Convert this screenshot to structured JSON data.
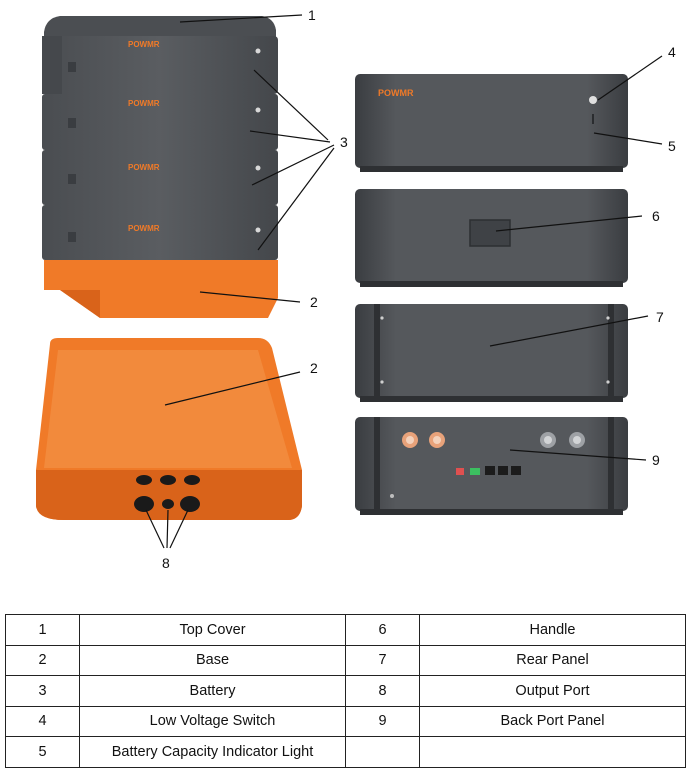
{
  "brand": {
    "logo": "POWMR"
  },
  "colors": {
    "battery_body": "#55585c",
    "battery_dark": "#3e4145",
    "base_orange": "#f07a28",
    "base_orange_dark": "#d9631a",
    "logo_orange": "#f07a28"
  },
  "callouts": [
    "1",
    "2",
    "3",
    "4",
    "5",
    "6",
    "7",
    "8",
    "9"
  ],
  "legend_table": {
    "rows": [
      {
        "num_left": "1",
        "name_left": "Top Cover",
        "num_right": "6",
        "name_right": "Handle"
      },
      {
        "num_left": "2",
        "name_left": "Base",
        "num_right": "7",
        "name_right": "Rear Panel"
      },
      {
        "num_left": "3",
        "name_left": "Battery",
        "num_right": "8",
        "name_right": "Output Port"
      },
      {
        "num_left": "4",
        "name_left": "Low Voltage Switch",
        "num_right": "9",
        "name_right": "Back Port Panel"
      },
      {
        "num_left": "5",
        "name_left": "Battery Capacity Indicator Light",
        "num_right": "",
        "name_right": ""
      }
    ]
  }
}
